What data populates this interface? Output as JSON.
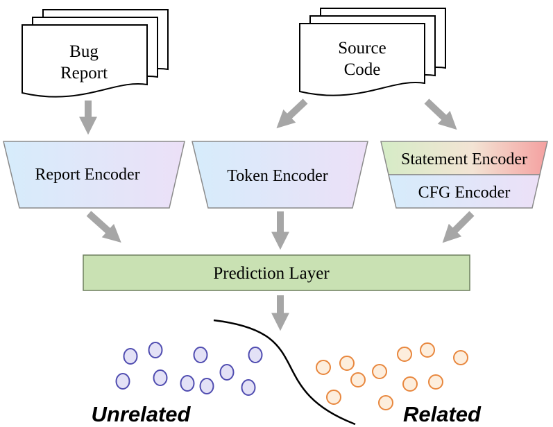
{
  "documents": {
    "bug_report": {
      "line1": "Bug",
      "line2": "Report"
    },
    "source_code": {
      "line1": "Source",
      "line2": "Code"
    }
  },
  "encoders": {
    "report": "Report Encoder",
    "token": "Token Encoder",
    "statement": "Statement Encoder",
    "cfg": "CFG Encoder"
  },
  "prediction": {
    "label": "Prediction Layer"
  },
  "classes": {
    "unrelated": "Unrelated",
    "related": "Related"
  },
  "colors": {
    "arrow": "#a6a6a6",
    "prediction_fill": "#c9e1b3",
    "prediction_stroke": "#6d7f5e",
    "unrelated_fill": "#e3e1f6",
    "unrelated_stroke": "#4f4cb0",
    "related_fill": "#fdeedd",
    "related_stroke": "#e8873e"
  }
}
